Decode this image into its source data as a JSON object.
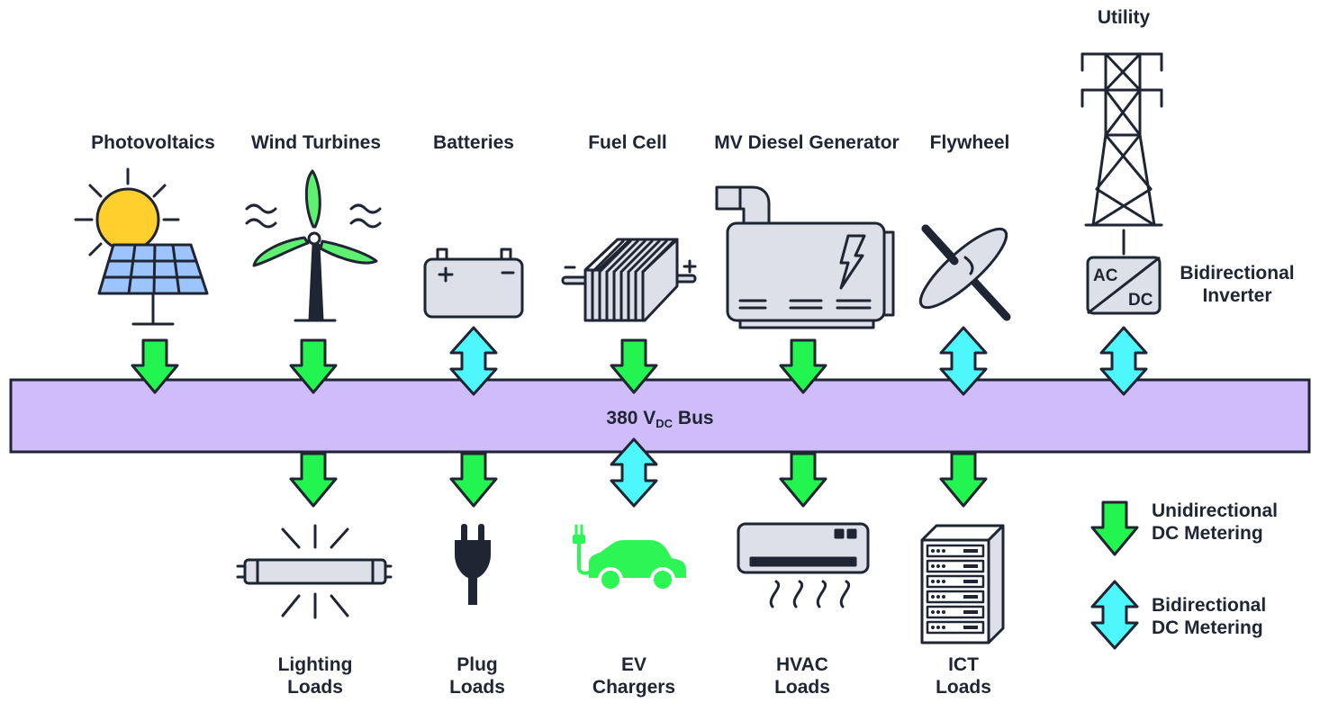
{
  "sources": [
    {
      "label": "Photovoltaics",
      "metering": "unidirectional"
    },
    {
      "label": "Wind Turbines",
      "metering": "unidirectional"
    },
    {
      "label": "Batteries",
      "metering": "bidirectional"
    },
    {
      "label": "Fuel Cell",
      "metering": "unidirectional"
    },
    {
      "label": "MV Diesel Generator",
      "metering": "unidirectional"
    },
    {
      "label": "Flywheel",
      "metering": "bidirectional"
    }
  ],
  "utility": {
    "label": "Utility",
    "inverter_ac": "AC",
    "inverter_dc": "DC",
    "inverter_label_1": "Bidirectional",
    "inverter_label_2": "Inverter",
    "metering": "bidirectional"
  },
  "bus": {
    "voltage": "380 V",
    "subscript": "DC",
    "suffix": "Bus"
  },
  "loads": [
    {
      "line1": "Lighting",
      "line2": "Loads",
      "metering": "unidirectional"
    },
    {
      "line1": "Plug",
      "line2": "Loads",
      "metering": "unidirectional"
    },
    {
      "line1": "EV",
      "line2": "Chargers",
      "metering": "bidirectional"
    },
    {
      "line1": "HVAC",
      "line2": "Loads",
      "metering": "unidirectional"
    },
    {
      "line1": "ICT",
      "line2": "Loads",
      "metering": "unidirectional"
    }
  ],
  "legend": {
    "uni_line1": "Unidirectional",
    "uni_line2": "DC Metering",
    "bi_line1": "Bidirectional",
    "bi_line2": "DC Metering"
  },
  "colors": {
    "bus_fill": "#cfbcfb",
    "uni_arrow": "#22f54f",
    "bi_arrow": "#4df7fb",
    "outline": "#1f2533",
    "sun": "#ffcf2e",
    "panel": "#9cc4ff",
    "blade": "#5ef070",
    "grey": "#dde0e8",
    "ev": "#2df555"
  }
}
